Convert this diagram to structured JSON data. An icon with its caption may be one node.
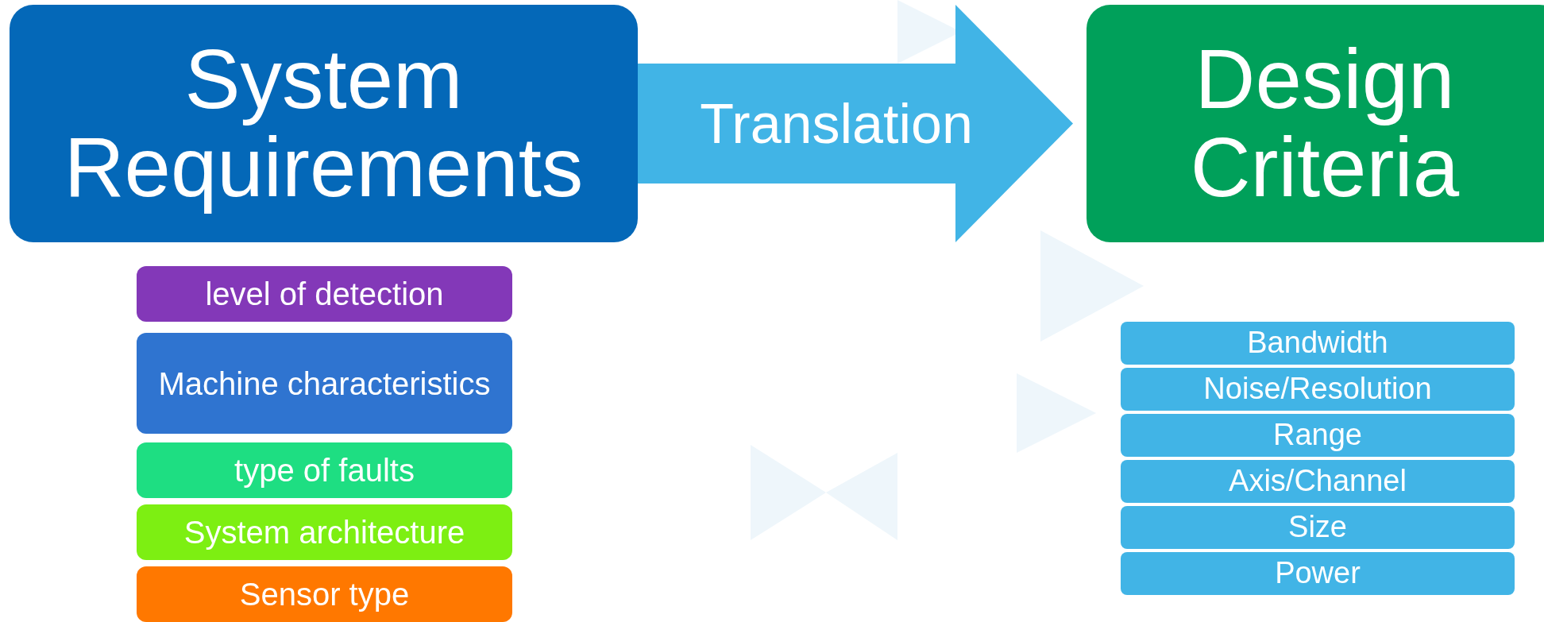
{
  "diagram": {
    "nodes": [
      {
        "text": [
          "System Requirements"
        ]
      },
      {
        "text": [
          "Design Criteria"
        ]
      },
      {
        "text": [
          "level of detection"
        ]
      },
      {
        "text": [
          "Machine characteristics"
        ]
      },
      {
        "text": [
          "type of faults"
        ]
      },
      {
        "text": [
          "System architecture"
        ]
      },
      {
        "text": [
          "Sensor type"
        ]
      },
      {
        "text": [
          "Bandwidth"
        ]
      },
      {
        "text": [
          "Noise/Resolution"
        ]
      },
      {
        "text": [
          "Range"
        ]
      },
      {
        "text": [
          "Axis/Channel"
        ]
      },
      {
        "text": [
          "Size"
        ]
      },
      {
        "text": [
          "Power"
        ]
      }
    ],
    "edges": [
      {
        "from": 0,
        "to": 1,
        "arrow": "to",
        "label": "Translation",
        "color": "#41b4e6"
      }
    ]
  }
}
